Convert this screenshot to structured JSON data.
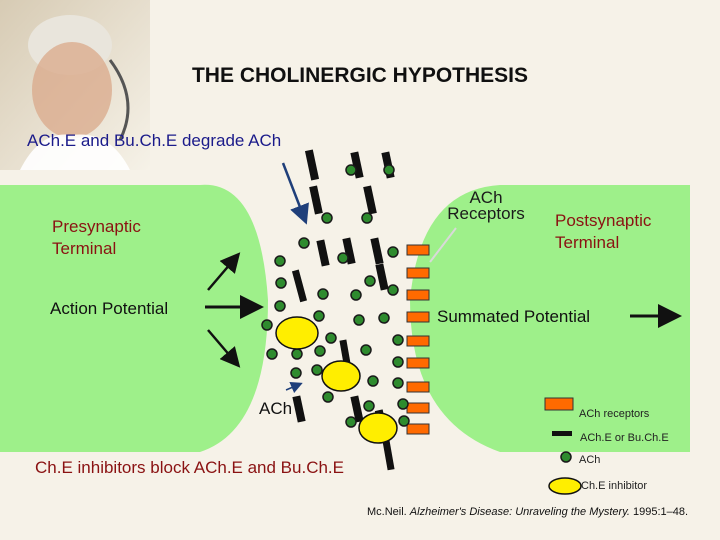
{
  "title": "THE CHOLINERGIC HYPOTHESIS",
  "subtitle": "ACh.E and Bu.Ch.E degrade ACh",
  "labels": {
    "presynaptic": "Presynaptic Terminal",
    "action_potential": "Action Potential",
    "ach": "ACh",
    "receptors": "ACh Receptors",
    "postsynaptic": "Postsynaptic Terminal",
    "summated": "Summated Potential",
    "inhibitors": "Ch.E inhibitors block ACh.E and Bu.Ch.E"
  },
  "legend": {
    "receptors": "ACh receptors",
    "enzyme": "ACh.E or Bu.Ch.E",
    "ach": "ACh",
    "inhibitor": "Ch.E inhibitor"
  },
  "citation": {
    "author": "Mc.Neil.",
    "work": "Alzheimer's Disease: Unraveling the Mystery.",
    "ref": "1995:1–48."
  },
  "colors": {
    "terminal": "#9ef08a",
    "ach_dot": "#2e8b2e",
    "ach_outline": "#1a1a1a",
    "receptor": "#ff6a00",
    "enzyme": "#111111",
    "inhibitor": "#ffee00",
    "arrow_blue": "#1f3f7a",
    "label_red": "#8a1212"
  },
  "icons": {
    "photo": "doctor-portrait",
    "arrow": "arrow-icon"
  }
}
